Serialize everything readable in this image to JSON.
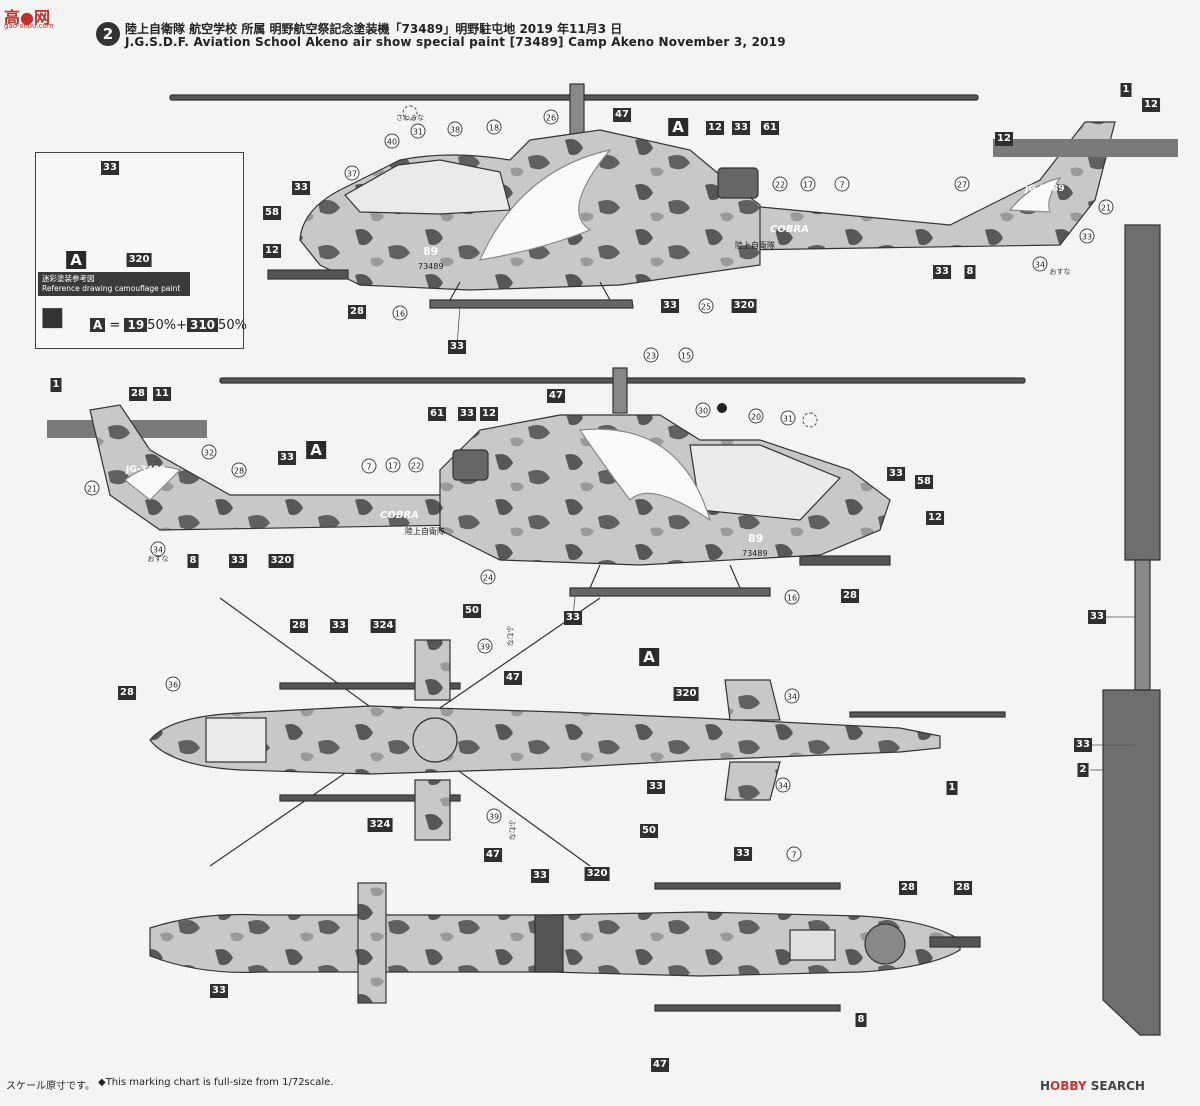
{
  "header": {
    "plate_number": "2",
    "title_jp": "陸上自衛隊 航空学校 所属 明野航空祭記念塗装機「73489」明野駐屯地 2019 年11月3 日",
    "title_en": "J.G.S.D.F. Aviation School Akeno air show special paint [73489] Camp Akeno November 3, 2019"
  },
  "watermark": {
    "logo": "高●网",
    "sub": "gao-shou.com"
  },
  "reference": {
    "swatches": [
      "33",
      "320"
    ],
    "label": "A",
    "caption_jp": "迷彩塗装参考図",
    "caption_en": "Reference drawing camouflage paint",
    "mix_label": "A",
    "mix_a": "19",
    "mix_a_pct": "50%",
    "plus": "+",
    "mix_b": "310",
    "mix_b_pct": "50%"
  },
  "aircraft_markings": {
    "code_tail": "JG-3489",
    "serial": "73489",
    "nose_number": "89",
    "cobra": "COBRA",
    "unit_jp": "陸上自衛隊"
  },
  "notes": {
    "sawaruna": "さわるな",
    "osuna": "おすな",
    "fumuna": "ふむな"
  },
  "callouts": {
    "c1": "1",
    "c2": "2",
    "c7": "7",
    "c8": "8",
    "c11": "11",
    "c12": "12",
    "c15": "15",
    "c16": "16",
    "c17": "17",
    "c18": "18",
    "c20": "20",
    "c21": "21",
    "c22": "22",
    "c23": "23",
    "c24": "24",
    "c25": "25",
    "c26": "26",
    "c27": "27",
    "c28": "28",
    "c30": "30",
    "c31": "31",
    "c32": "32",
    "c33": "33",
    "c34": "34",
    "c36": "36",
    "c37": "37",
    "c38": "38",
    "c39": "39",
    "c40": "40",
    "c47": "47",
    "c50": "50",
    "c58": "58",
    "c61": "61",
    "c320": "320",
    "c324": "324",
    "cA": "A"
  },
  "footer": {
    "scale_jp": "スケール原寸です。",
    "scale_en": "◆This marking chart is full-size from 1/72scale.",
    "brand_prefix": "H",
    "brand_hobby": "OBBY",
    "brand_search": " SEARCH"
  },
  "colors": {
    "camo_light": "#bdbdbd",
    "camo_dark": "#555555",
    "panel": "#d3d3d3",
    "line": "#333333",
    "gray_block": "#7a7a7a"
  }
}
